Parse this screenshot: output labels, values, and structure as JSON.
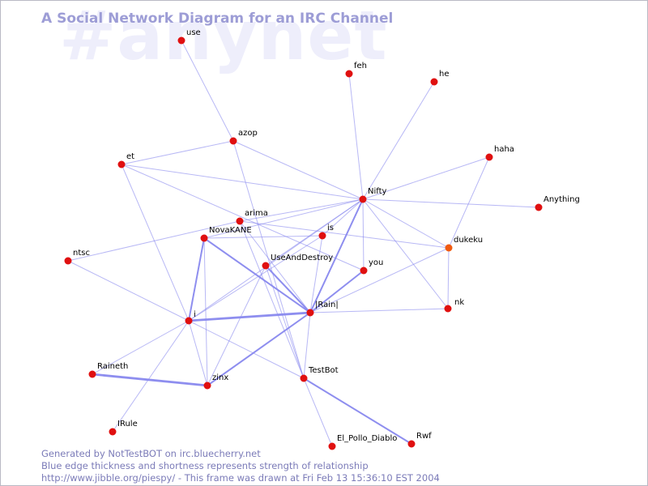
{
  "watermark": "#anynet",
  "title": "A Social Network Diagram for an IRC Channel",
  "footer": {
    "line1": "Generated by NotTestBOT on irc.bluecherry.net",
    "line2": "Blue edge thickness and shortness represents strength of relationship",
    "line3": "http://www.jibble.org/piespy/ - This frame was drawn at Fri Feb 13 15:36:10 EST 2004"
  },
  "colors": {
    "node": "#e01010",
    "node_highlight": "#f05a10",
    "edge": "#8888ee",
    "title": "#9d9dd6",
    "watermark": "#eeeefb"
  },
  "nodes": [
    {
      "id": "use",
      "label": "use"
    },
    {
      "id": "feh",
      "label": "feh"
    },
    {
      "id": "he",
      "label": "he"
    },
    {
      "id": "azop",
      "label": "azop"
    },
    {
      "id": "haha",
      "label": "haha"
    },
    {
      "id": "et",
      "label": "et"
    },
    {
      "id": "Nifty",
      "label": "Nifty"
    },
    {
      "id": "Anything",
      "label": "Anything"
    },
    {
      "id": "arima",
      "label": "arima"
    },
    {
      "id": "NovaKANE",
      "label": "NovaKANE"
    },
    {
      "id": "is",
      "label": "is"
    },
    {
      "id": "dukeku",
      "label": "dukeku",
      "highlight": true
    },
    {
      "id": "ntsc",
      "label": "ntsc"
    },
    {
      "id": "UseAndDestroy",
      "label": "UseAndDestroy"
    },
    {
      "id": "you",
      "label": "you"
    },
    {
      "id": "Rain",
      "label": "|Rain|"
    },
    {
      "id": "nk",
      "label": "nk"
    },
    {
      "id": "i",
      "label": "i"
    },
    {
      "id": "Raineth",
      "label": "Raineth"
    },
    {
      "id": "TestBot",
      "label": "TestBot"
    },
    {
      "id": "zinx",
      "label": "zinx"
    },
    {
      "id": "IRule",
      "label": "IRule"
    },
    {
      "id": "El_Pollo_Diablo",
      "label": "El_Pollo_Diablo"
    },
    {
      "id": "Rwf",
      "label": "Rwf"
    }
  ],
  "edges": [
    {
      "from": "use",
      "to": "azop",
      "strength": 1
    },
    {
      "from": "azop",
      "to": "et",
      "strength": 1
    },
    {
      "from": "azop",
      "to": "Nifty",
      "strength": 1
    },
    {
      "from": "azop",
      "to": "TestBot",
      "strength": 1
    },
    {
      "from": "et",
      "to": "Nifty",
      "strength": 1
    },
    {
      "from": "et",
      "to": "you",
      "strength": 1
    },
    {
      "from": "et",
      "to": "i",
      "strength": 1
    },
    {
      "from": "feh",
      "to": "Nifty",
      "strength": 1
    },
    {
      "from": "he",
      "to": "Nifty",
      "strength": 1
    },
    {
      "from": "haha",
      "to": "Nifty",
      "strength": 1
    },
    {
      "from": "haha",
      "to": "dukeku",
      "strength": 1
    },
    {
      "from": "Anything",
      "to": "Nifty",
      "strength": 1
    },
    {
      "from": "Nifty",
      "to": "arima",
      "strength": 1
    },
    {
      "from": "Nifty",
      "to": "NovaKANE",
      "strength": 1
    },
    {
      "from": "Nifty",
      "to": "is",
      "strength": 1
    },
    {
      "from": "Nifty",
      "to": "UseAndDestroy",
      "strength": 1
    },
    {
      "from": "Nifty",
      "to": "you",
      "strength": 1
    },
    {
      "from": "Nifty",
      "to": "Rain",
      "strength": 2
    },
    {
      "from": "Nifty",
      "to": "dukeku",
      "strength": 1
    },
    {
      "from": "Nifty",
      "to": "nk",
      "strength": 1
    },
    {
      "from": "Nifty",
      "to": "i",
      "strength": 1
    },
    {
      "from": "arima",
      "to": "dukeku",
      "strength": 1
    },
    {
      "from": "arima",
      "to": "TestBot",
      "strength": 1
    },
    {
      "from": "arima",
      "to": "Rain",
      "strength": 1
    },
    {
      "from": "NovaKANE",
      "to": "is",
      "strength": 1
    },
    {
      "from": "NovaKANE",
      "to": "i",
      "strength": 2
    },
    {
      "from": "NovaKANE",
      "to": "Rain",
      "strength": 2
    },
    {
      "from": "NovaKANE",
      "to": "zinx",
      "strength": 1
    },
    {
      "from": "is",
      "to": "Rain",
      "strength": 1
    },
    {
      "from": "is",
      "to": "i",
      "strength": 1
    },
    {
      "from": "ntsc",
      "to": "arima",
      "strength": 1
    },
    {
      "from": "ntsc",
      "to": "i",
      "strength": 1
    },
    {
      "from": "UseAndDestroy",
      "to": "Rain",
      "strength": 2
    },
    {
      "from": "UseAndDestroy",
      "to": "TestBot",
      "strength": 1
    },
    {
      "from": "UseAndDestroy",
      "to": "zinx",
      "strength": 1
    },
    {
      "from": "you",
      "to": "Rain",
      "strength": 2
    },
    {
      "from": "dukeku",
      "to": "Rain",
      "strength": 1
    },
    {
      "from": "dukeku",
      "to": "nk",
      "strength": 1
    },
    {
      "from": "nk",
      "to": "Rain",
      "strength": 1
    },
    {
      "from": "Rain",
      "to": "i",
      "strength": 3
    },
    {
      "from": "Rain",
      "to": "zinx",
      "strength": 2
    },
    {
      "from": "Rain",
      "to": "TestBot",
      "strength": 1
    },
    {
      "from": "i",
      "to": "TestBot",
      "strength": 1
    },
    {
      "from": "i",
      "to": "zinx",
      "strength": 1
    },
    {
      "from": "i",
      "to": "IRule",
      "strength": 1
    },
    {
      "from": "i",
      "to": "Raineth",
      "strength": 1
    },
    {
      "from": "Raineth",
      "to": "zinx",
      "strength": 3
    },
    {
      "from": "TestBot",
      "to": "El_Pollo_Diablo",
      "strength": 1
    },
    {
      "from": "TestBot",
      "to": "Rwf",
      "strength": 2
    }
  ]
}
